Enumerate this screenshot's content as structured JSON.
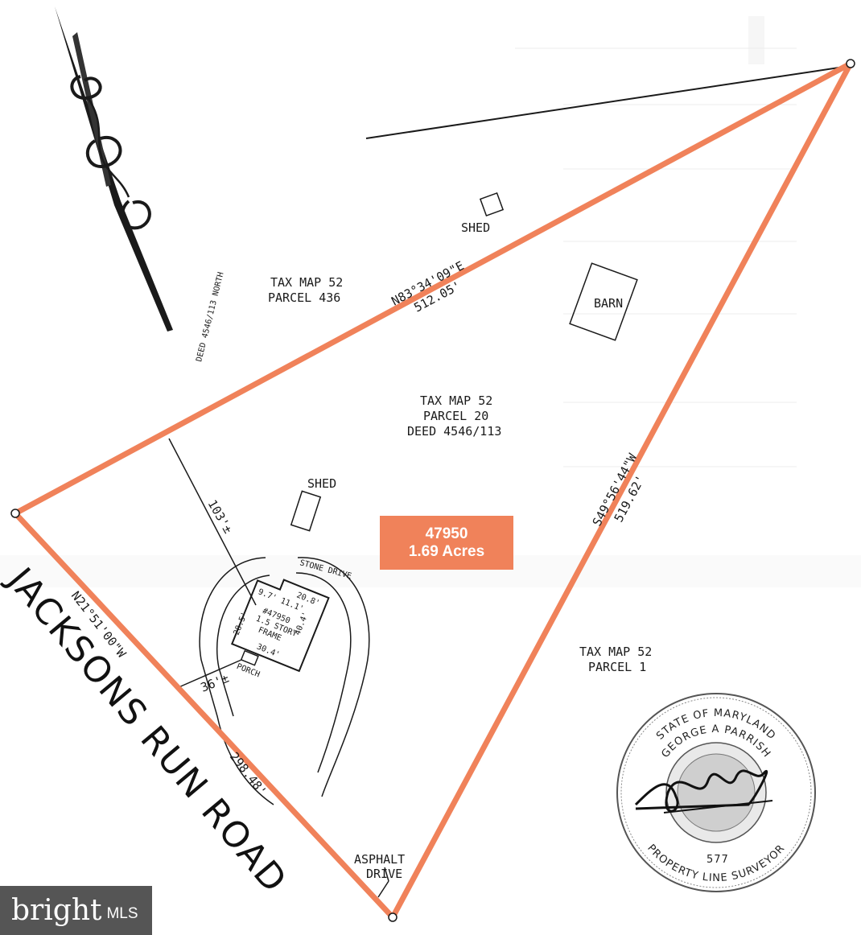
{
  "parcel_badge": {
    "number": "47950",
    "acreage": "1.69 Acres",
    "color": "#f0825a"
  },
  "labels": {
    "tax_map_436_line1": "TAX MAP 52",
    "tax_map_436_line2": "PARCEL 436",
    "tax_map_20_line1": "TAX MAP 52",
    "tax_map_20_line2": "PARCEL 20",
    "tax_map_20_line3": "DEED 4546/113",
    "tax_map_1_line1": "TAX MAP 52",
    "tax_map_1_line2": "PARCEL 1",
    "shed_top": "SHED",
    "shed_mid": "SHED",
    "barn": "BARN",
    "deed_strip": "DEED 4546/113 NORTH",
    "bearing_north": "N83°34'09\"E",
    "distance_north": "512.05'",
    "bearing_east": "S49°56'44\"W",
    "distance_east": "519.62'",
    "bearing_west": "N21°51'00\"W",
    "distance_west": "298.48'",
    "offset_103": "103'±",
    "offset_36": "36'±",
    "stone_drive": "STONE DRIVE",
    "asphalt_drive_line1": "ASPHALT",
    "asphalt_drive_line2": "DRIVE",
    "road_name": "JACKSONS RUN ROAD",
    "house_line1": "#47950",
    "house_line2": "1.5 STORY",
    "house_line3": "FRAME",
    "house_dim_top": "20.8'",
    "house_dim_right": "40.4'",
    "house_dim_bottom": "30.4'",
    "house_dim_left": "28.5'",
    "house_dim_notch": "9.7' 11.1'",
    "porch": "PORCH"
  },
  "seal": {
    "top_text": "STATE OF MARYLAND",
    "name_text": "GEORGE A PARRISH",
    "bottom_text": "PROPERTY LINE SURVEYOR",
    "license": "577"
  },
  "watermark": {
    "brand": "bright",
    "suffix": "MLS"
  },
  "colors": {
    "boundary": "#f0825a",
    "ink": "#1a1a1a",
    "paper": "#ffffff"
  }
}
